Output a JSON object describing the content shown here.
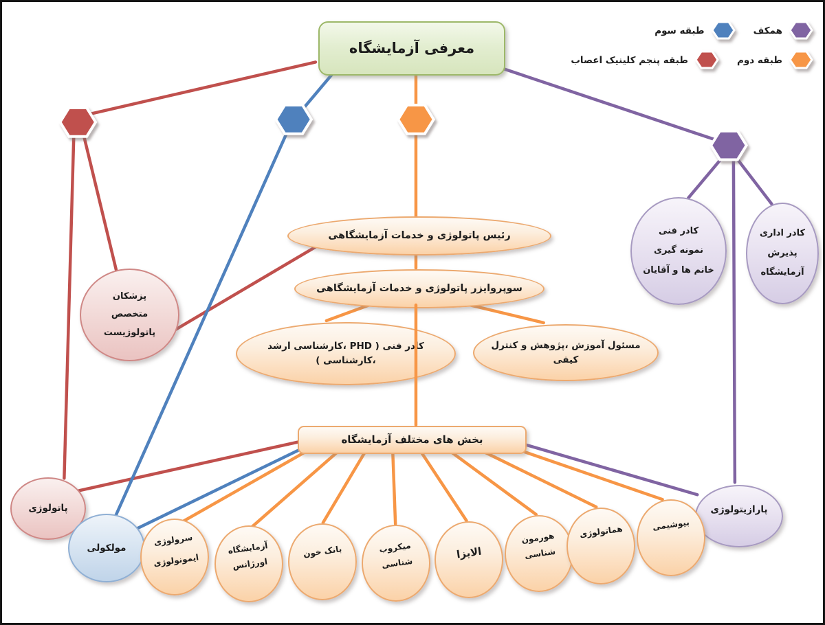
{
  "title": "معرفی آزمایشگاه",
  "colors": {
    "red": "#c0504d",
    "blue": "#4f81bd",
    "orange": "#f79646",
    "purple": "#8064a2"
  },
  "legend": {
    "items": [
      {
        "label": "همکف",
        "color": "#8064a2"
      },
      {
        "label": "طبقه سوم",
        "color": "#4f81bd"
      },
      {
        "label": "طبقه دوم",
        "color": "#f79646"
      },
      {
        "label": "طبقه پنجم کلینیک اعصاب",
        "color": "#c0504d"
      }
    ]
  },
  "nodes": {
    "head": "رئیس پاتولوژی و خدمات آزمایشگاهی",
    "supervisor": "سوپروایزر پاتولوژی و خدمات آزمایشگاهی",
    "technical_staff": "کادر فنی ( PHD ،کارشناسی ارشد\n،کارشناسی )",
    "education_quality": "مسئول آموزش ،پژوهش و کنترل\nکیفی",
    "departments_box": "بخش های مختلف آزمایشگاه",
    "pathologists": "پزشکان\nمتخصص\nپاتولوژیست",
    "sampling_staff": "کادر فنی\nنمونه گیری\nخانم ها و آقایان",
    "admin_staff": "کادر اداری\nپذیرش\nآزمایشگاه",
    "pathology": "پاتولوژی",
    "molecular": "مولکولی",
    "parasitology": "پارازیتولوژی"
  },
  "departments": [
    "سرولوژی\nایمونولوژی",
    "آزمایشگاه\nاورژانس",
    "بانک خون",
    "میکروب\nشناسی",
    "الایزا",
    "هورمون\nشناسی",
    "هماتولوژی",
    "بیوشیمی"
  ]
}
